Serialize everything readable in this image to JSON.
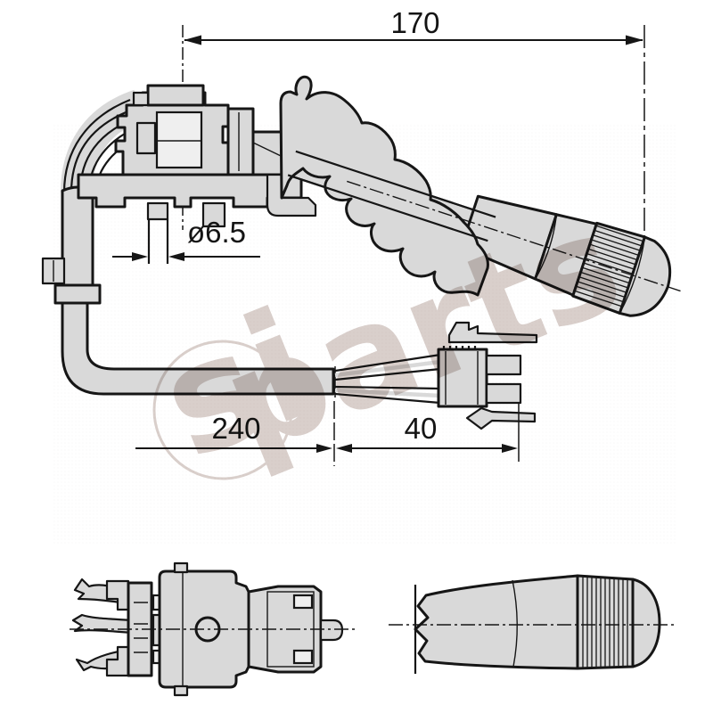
{
  "drawing": {
    "dimensions": {
      "overall_length": "170",
      "stud_diameter": "ø6.5",
      "cable_length": "240",
      "connector_length": "40"
    },
    "watermark": {
      "part1": "si",
      "part2": "parts"
    },
    "colors": {
      "line": "#161616",
      "fill": "#d9d9d9",
      "watermark": "#d6cbc7",
      "background": "#ffffff"
    }
  }
}
